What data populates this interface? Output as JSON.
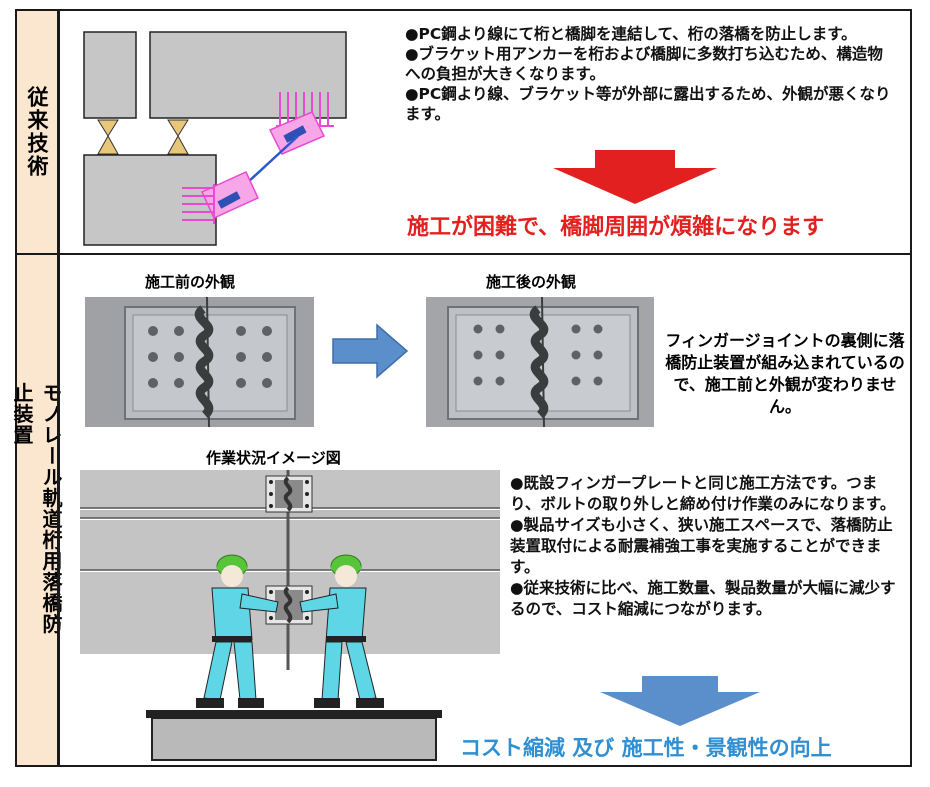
{
  "sections": {
    "conventional": {
      "label": "従来技術",
      "bullets": [
        "●PC鋼より線にて桁と橋脚を連結して、桁の落橋を防止します。",
        "●ブラケット用アンカーを桁および橋脚に多数打ち込むため、構造物への負担が大きくなります。",
        "●PC鋼より線、ブラケット等が外部に露出するため、外観が悪くなります。"
      ],
      "conclusion": "施工が困難で、橋脚周囲が煩雑になります"
    },
    "monorail": {
      "label": "モノレール軌道桁用落橋防止装置",
      "before_caption": "施工前の外観",
      "after_caption": "施工後の外観",
      "appearance_note": "フィンガージョイントの裏側に落橋防止装置が組み込まれているので、施工前と外観が変わりません。",
      "work_caption": "作業状況イメージ図",
      "bullets": [
        "●既設フィンガープレートと同じ施工方法です。つまり、ボルトの取り外しと締め付け作業のみになります。",
        "●製品サイズも小さく、狭い施工スペースで、落橋防止装置取付による耐震補強工事を実施することができます。",
        "●従来技術に比べ、施工数量、製品数量が大幅に減少するので、コスト縮減につながります。"
      ],
      "conclusion": "コスト縮減 及び 施工性・景観性の向上"
    }
  },
  "colors": {
    "sidebar_bg": "#fbe7cf",
    "red_arrow": "#e32020",
    "blue_arrow": "#5b8fcb",
    "concrete": "#c6c6c6",
    "bracket": "#e84ad0",
    "bearing": "#e8c77a",
    "worker": "#5fd6e6",
    "helmet": "#58c43a"
  }
}
